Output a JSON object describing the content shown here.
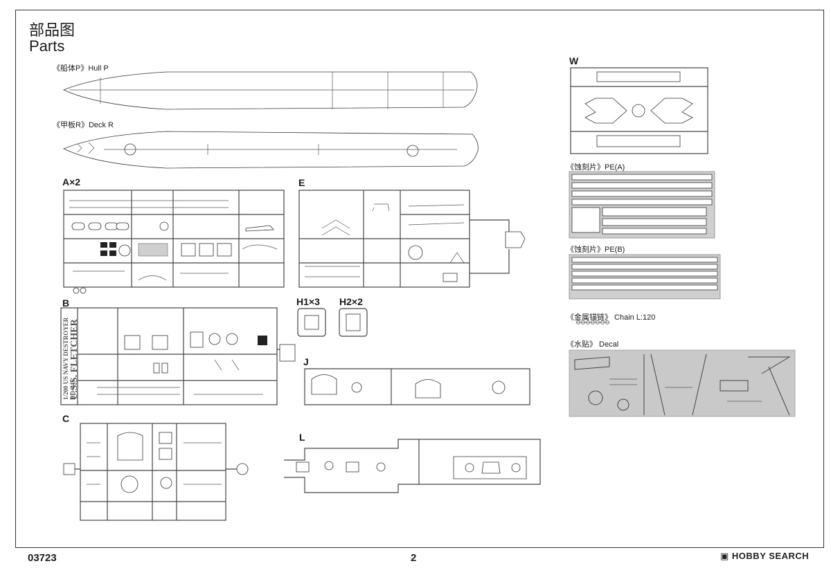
{
  "header": {
    "title_cn": "部品图",
    "title_en": "Parts"
  },
  "parts": {
    "hull": "《船体P》Hull P",
    "deck": "《甲板R》Deck R",
    "a": "A×2",
    "b": "B",
    "c": "C",
    "e": "E",
    "h1": "H1×3",
    "h2": "H2×2",
    "j": "J",
    "l": "L",
    "w": "W",
    "pea": "《蚀刻片》PE(A)",
    "peb": "《蚀刻片》PE(B)",
    "chain": "《金属锚链》 Chain  L:120",
    "decal": "《水贴》 Decal"
  },
  "sprue_b_text": {
    "line1": "1/200 US NAVY DESTROYER DD-445",
    "line2": "U.S.S. FLETCHER"
  },
  "footer": {
    "code": "03723",
    "page": "2"
  },
  "watermark": "HOBBY SEARCH"
}
